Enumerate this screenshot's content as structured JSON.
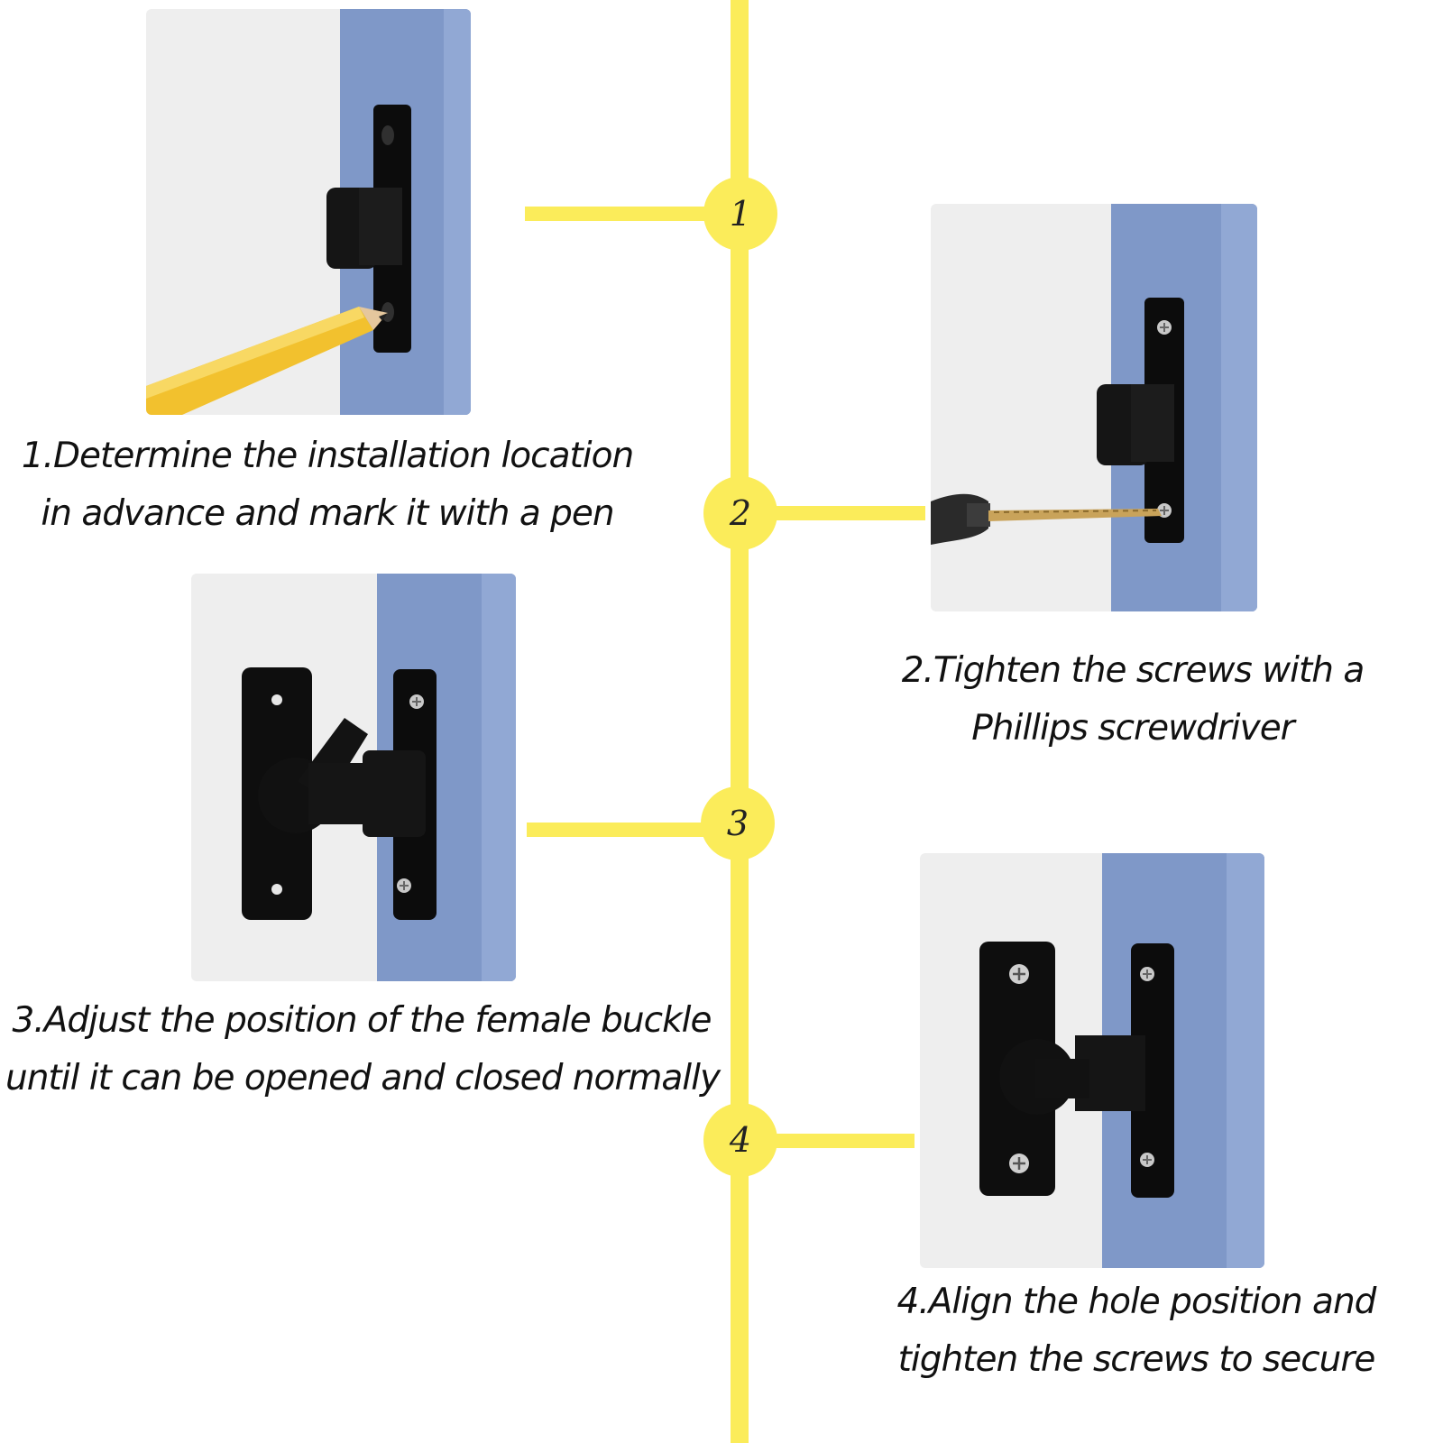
{
  "steps": [
    {
      "number": "1",
      "caption_line1": "1.Determine the installation location",
      "caption_line2": "in advance and mark it with a pen"
    },
    {
      "number": "2",
      "caption_line1": "2.Tighten the screws with a",
      "caption_line2": "Phillips screwdriver"
    },
    {
      "number": "3",
      "caption_line1": "3.Adjust the position of the female buckle",
      "caption_line2": "until it can be opened and closed normally"
    },
    {
      "number": "4",
      "caption_line1": "4.Align the hole position and",
      "caption_line2": "tighten the screws to secure"
    }
  ],
  "colors": {
    "timeline": "#fbec5a",
    "door_frame": "#7f98c8",
    "wall": "#ededed",
    "latch": "#0c0c0c",
    "pencil": "#f2c12e"
  },
  "icons": [
    "pencil-icon",
    "drill-icon",
    "screw-icon",
    "latch-icon"
  ]
}
